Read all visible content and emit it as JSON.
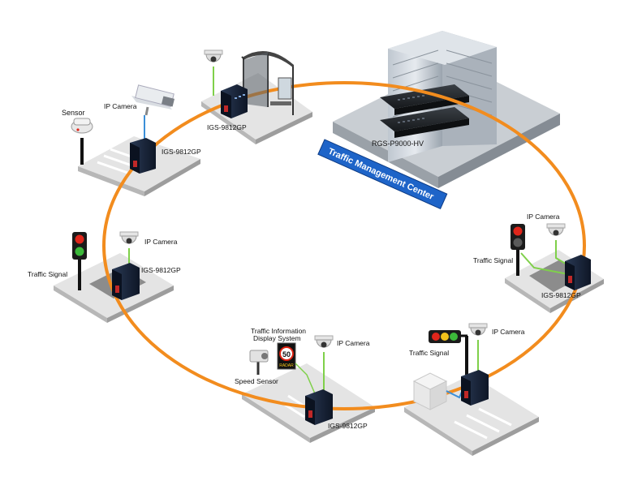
{
  "center": {
    "name": "Traffic Management Center",
    "device": "RGS-P9000-HV"
  },
  "labels": {
    "sensor": "Sensor",
    "ip_camera": "IP Camera",
    "switch": "IGS-9812GP",
    "traffic_signal": "Traffic Signal",
    "speed_sensor": "Speed Sensor",
    "tids_line1": "Traffic Information",
    "tids_line2": "Display System",
    "radar_speed": "50",
    "radar_text": "RADAR"
  },
  "colors": {
    "ring": "#f28c1e",
    "banner": "#1e64c8",
    "fiber_green": "#7fd04a",
    "fiber_blue": "#3b8fd8",
    "platform": "#d6d6d6",
    "red_light": "#e0261b",
    "yellow_light": "#f2c21b",
    "green_light": "#3cb83a"
  }
}
